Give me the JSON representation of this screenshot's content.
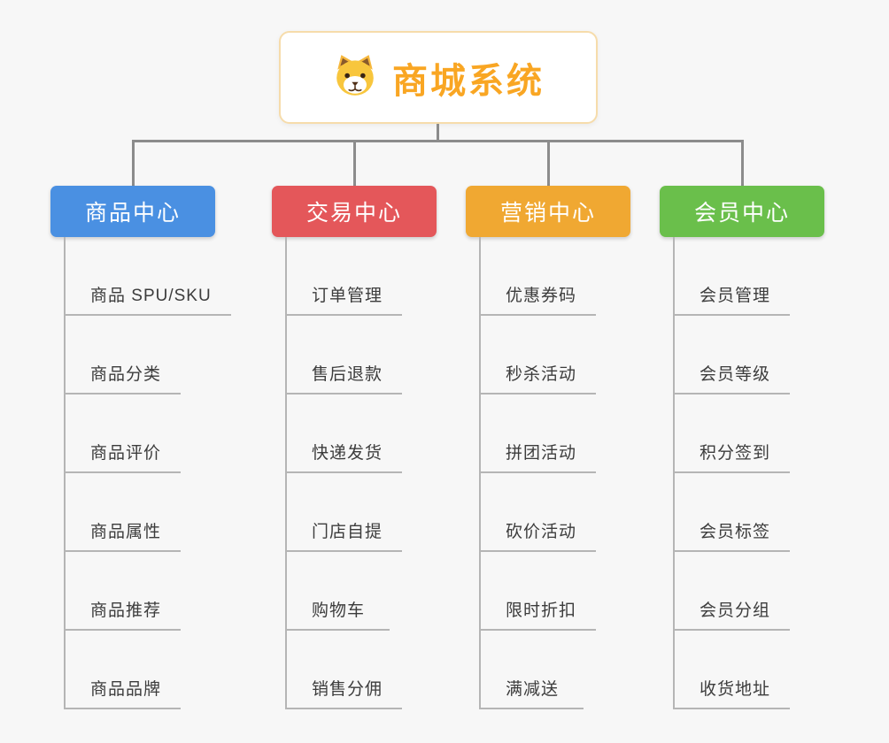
{
  "root": {
    "title": "商城系统",
    "icon": "shiba-dog-icon",
    "accent_color": "#f9a623",
    "border_color": "#f6dcab"
  },
  "branches": [
    {
      "label": "商品中心",
      "color": "#4a90e2",
      "items": [
        "商品 SPU/SKU",
        "商品分类",
        "商品评价",
        "商品属性",
        "商品推荐",
        "商品品牌"
      ]
    },
    {
      "label": "交易中心",
      "color": "#e4575a",
      "items": [
        "订单管理",
        "售后退款",
        "快递发货",
        "门店自提",
        "购物车",
        "销售分佣"
      ]
    },
    {
      "label": "营销中心",
      "color": "#f0a832",
      "items": [
        "优惠券码",
        "秒杀活动",
        "拼团活动",
        "砍价活动",
        "限时折扣",
        "满减送"
      ]
    },
    {
      "label": "会员中心",
      "color": "#6abf4b",
      "items": [
        "会员管理",
        "会员等级",
        "积分签到",
        "会员标签",
        "会员分组",
        "收货地址"
      ]
    }
  ]
}
